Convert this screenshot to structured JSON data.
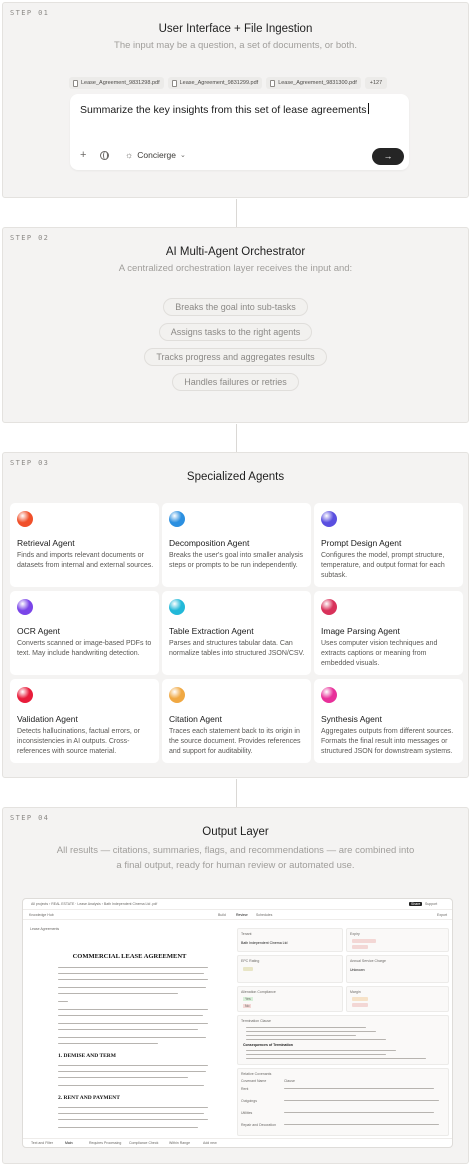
{
  "step1": {
    "label": "STEP 01",
    "title": "User Interface + File Ingestion",
    "subtitle": "The input may be a question, a set of documents, or both.",
    "files": [
      "Lease_Agreement_9831298.pdf",
      "Lease_Agreement_9831299.pdf",
      "Lease_Agreement_9831300.pdf"
    ],
    "more_files": "+127",
    "prompt": "Summarize the key insights from this set of lease agreements",
    "plus_icon": "+",
    "mode": "Concierge",
    "send_icon": "→"
  },
  "step2": {
    "label": "STEP 02",
    "title": "AI Multi-Agent Orchestrator",
    "subtitle": "A centralized orchestration layer receives the input and:",
    "items": [
      "Breaks the goal into sub-tasks",
      "Assigns tasks to the right agents",
      "Tracks progress and aggregates results",
      "Handles failures or retries"
    ]
  },
  "step3": {
    "label": "STEP 03",
    "title": "Specialized Agents",
    "agents": [
      {
        "name": "Retrieval Agent",
        "desc": "Finds and imports relevant documents or datasets from internal and external sources.",
        "color": "#f0502a"
      },
      {
        "name": "Decomposition Agent",
        "desc": "Breaks the user's goal into smaller analysis steps or prompts to be run independently.",
        "color": "#2b8fe0"
      },
      {
        "name": "Prompt Design Agent",
        "desc": "Configures the model, prompt structure, temperature, and output format for each subtask.",
        "color": "#5a4fe0"
      },
      {
        "name": "OCR Agent",
        "desc": "Converts scanned or image-based PDFs to text. May include handwriting detection.",
        "color": "#7a45e8"
      },
      {
        "name": "Table Extraction Agent",
        "desc": "Parses and structures tabular data. Can normalize tables into structured JSON/CSV.",
        "color": "#22b8d8"
      },
      {
        "name": "Image Parsing Agent",
        "desc": "Uses computer vision techniques and extracts captions or meaning from embedded visuals.",
        "color": "#d8315a"
      },
      {
        "name": "Validation Agent",
        "desc": "Detects hallucinations, factual errors, or inconsistencies in AI outputs. Cross-references with source material.",
        "color": "#e81c3a"
      },
      {
        "name": "Citation Agent",
        "desc": "Traces each statement back to its origin in the source document. Provides references and support for auditability.",
        "color": "#f0a842"
      },
      {
        "name": "Synthesis Agent",
        "desc": "Aggregates outputs from different sources. Formats the final result into messages or structured JSON for downstream systems.",
        "color": "#e8309a"
      }
    ]
  },
  "step4": {
    "label": "STEP 04",
    "title": "Output Layer",
    "subtitle": "All results — citations, summaries, flags, and recommendations — are combined into a final output, ready for human review or automated use.",
    "screenshot": {
      "breadcrumb": "All projects › REAL ESTATE · Lease Analysis › Bath Independent Cinema Ltd .pdf",
      "share": "Share",
      "support": "Support",
      "knowledge": "Knowledge Hub",
      "tabs": [
        "Build",
        "Review",
        "Schedules"
      ],
      "export": "Export",
      "left_tab": "Lease Agreements",
      "doc_title": "COMMERCIAL LEASE AGREEMENT",
      "doc_h1": "1. DEMISE AND TERM",
      "doc_h2": "2. RENT AND PAYMENT",
      "tenant_label": "Tenant",
      "tenant_value": "Bath Independent Cinema Ltd",
      "expiry_label": "Expiry",
      "epc_label": "EPC Rating",
      "annual_rent_label": "Annual Service Charge",
      "annual_rent_value": "Unknown",
      "alienation_label": "Alienation Compliance",
      "yes": "Yes",
      "no": "No",
      "margin_label": "Margin",
      "termination_label": "Termination Clause",
      "consequences": "Consequences of Termination",
      "covenants_label": "Relative Covenants",
      "cov_col1": "Covenant Name",
      "cov_col2": "Clause",
      "cov_rows": [
        "Rent",
        "Outgoings",
        "Utilities",
        "Repair and Decoration"
      ],
      "bottom": [
        "Text and Filter",
        "Main",
        "Requires Processing",
        "Compliance Check",
        "Within Range",
        "Add new"
      ]
    }
  }
}
